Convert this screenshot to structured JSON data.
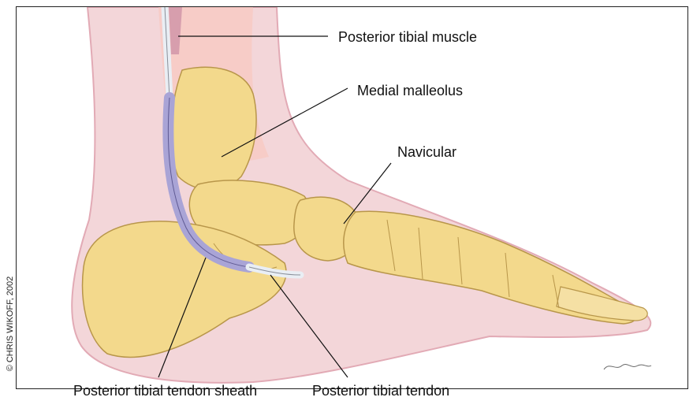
{
  "labels": {
    "posterior_tibial_muscle": "Posterior tibial muscle",
    "medial_malleolus": "Medial malleolus",
    "navicular": "Navicular",
    "posterior_tibial_tendon_sheath": "Posterior tibial tendon sheath",
    "posterior_tibial_tendon": "Posterior tibial tendon"
  },
  "credit": "© CHRIS WIKOFF, 2002",
  "colors": {
    "skin": "#f3d6d9",
    "skin_edge": "#e7b7bf",
    "bone": "#f3d98c",
    "bone_edge": "#b8964a",
    "tendon_sheath": "#a9a4d6",
    "tendon": "#e9eef4"
  }
}
